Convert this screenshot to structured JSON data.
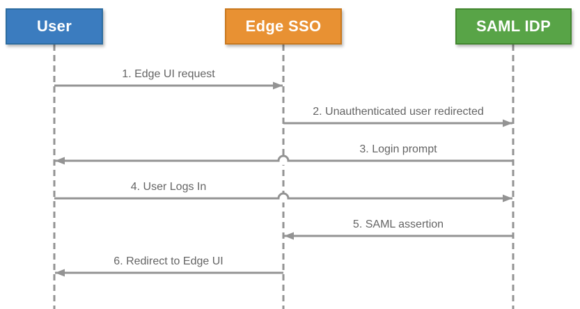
{
  "diagram": {
    "kind": "sequence-diagram",
    "background": "#ffffff",
    "actors": [
      {
        "id": "user",
        "label": "User",
        "fill": "#3b7cbf",
        "border": "#2c6ca0"
      },
      {
        "id": "edge-sso",
        "label": "Edge SSO",
        "fill": "#e89133",
        "border": "#c8781e"
      },
      {
        "id": "saml-idp",
        "label": "SAML IDP",
        "fill": "#58a447",
        "border": "#42862f"
      }
    ],
    "messages": [
      {
        "seq": 1,
        "label": "1. Edge UI request",
        "from": "User",
        "to": "Edge SSO"
      },
      {
        "seq": 2,
        "label": "2. Unauthenticated user redirected",
        "from": "Edge SSO",
        "to": "SAML IDP"
      },
      {
        "seq": 3,
        "label": "3. Login prompt",
        "from": "SAML IDP",
        "to": "User"
      },
      {
        "seq": 4,
        "label": "4. User Logs In",
        "from": "User",
        "to": "SAML IDP"
      },
      {
        "seq": 5,
        "label": "5. SAML assertion",
        "from": "SAML IDP",
        "to": "Edge SSO"
      },
      {
        "seq": 6,
        "label": "6. Redirect to Edge UI",
        "from": "Edge SSO",
        "to": "User"
      }
    ],
    "colors": {
      "line": "#939393",
      "text": "#646464"
    }
  }
}
